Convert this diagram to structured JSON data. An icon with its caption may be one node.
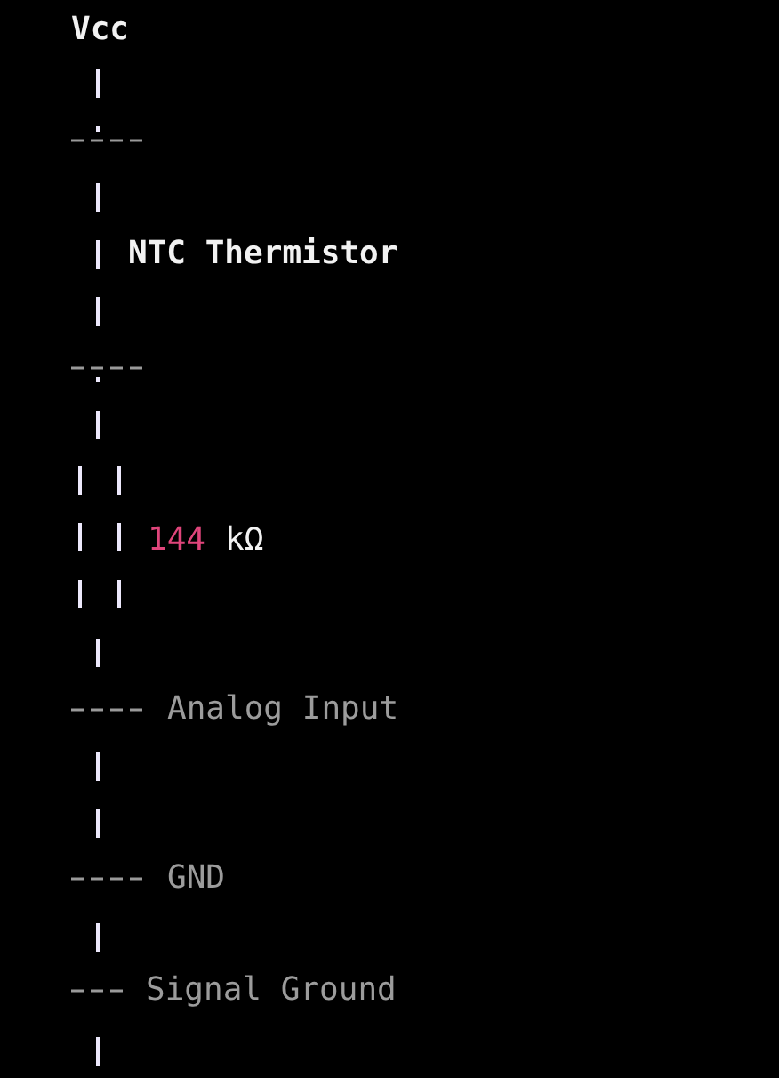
{
  "diagram": {
    "nodes": [
      {
        "text": [
          "Vcc"
        ]
      },
      {
        "text": [
          "NTC Thermistor"
        ]
      },
      {
        "text": [
          "144",
          "kΩ"
        ]
      },
      {
        "text": [
          "Analog Input"
        ]
      },
      {
        "text": [
          "GND"
        ]
      },
      {
        "text": [
          "Signal Ground"
        ]
      }
    ],
    "edges": [
      {
        "from": 0,
        "to": 1,
        "arrow": "none"
      },
      {
        "from": 1,
        "to": 2,
        "arrow": "none"
      },
      {
        "from": 2,
        "to": 3,
        "arrow": "none"
      },
      {
        "from": 3,
        "to": 4,
        "arrow": "none"
      },
      {
        "from": 4,
        "to": 5,
        "arrow": "none"
      },
      {
        "from": 5,
        "to": null,
        "arrow": "none"
      }
    ]
  }
}
